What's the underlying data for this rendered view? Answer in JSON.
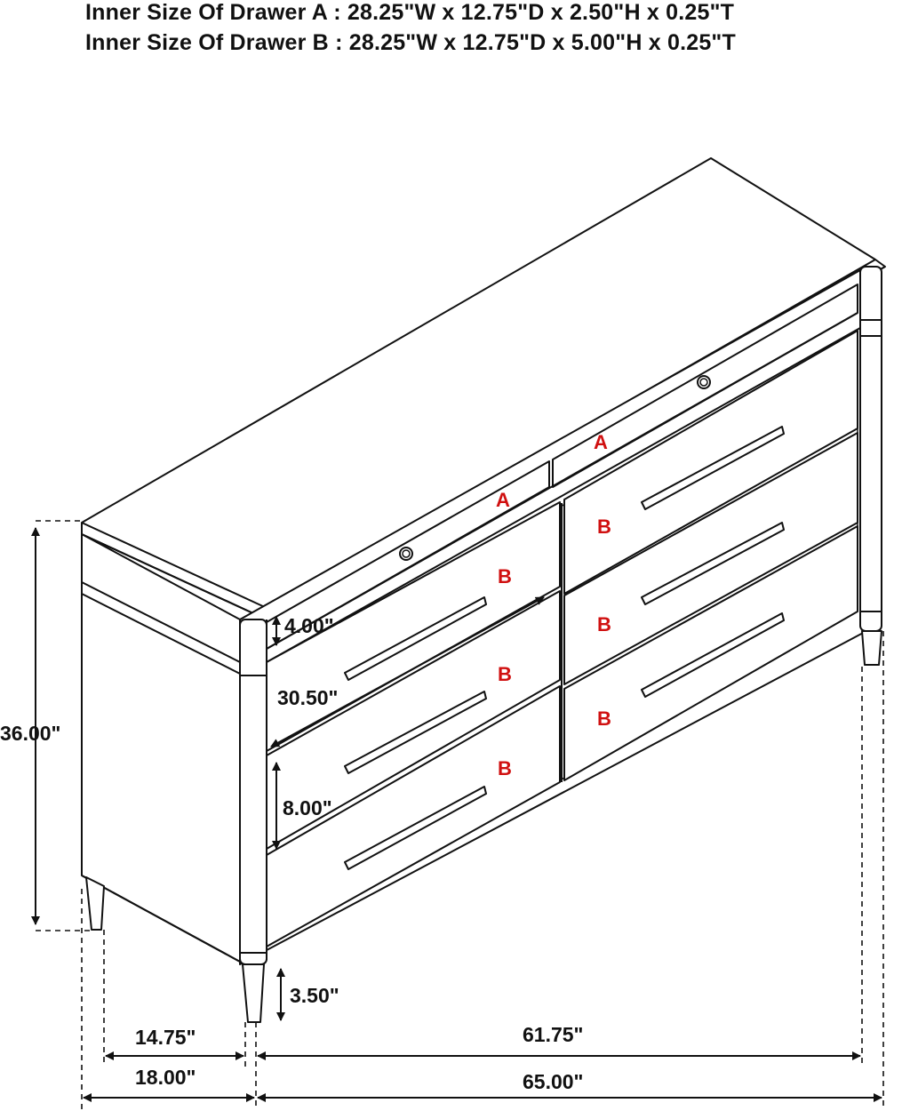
{
  "header": {
    "drawer_a": "Inner Size Of Drawer A : 28.25\"W x 12.75\"D x 2.50\"H x 0.25\"T",
    "drawer_b": "Inner Size Of Drawer B : 28.25\"W x 12.75\"D x 5.00\"H x 0.25\"T"
  },
  "dimensions": {
    "height_total": "36.00\"",
    "drawer_a_height": "4.00\"",
    "drawer_width": "30.50\"",
    "drawer_b_height": "8.00\"",
    "leg_height": "3.50\"",
    "inner_depth": "14.75\"",
    "outer_depth": "18.00\"",
    "inner_width": "61.75\"",
    "outer_width": "65.00\""
  },
  "drawer_labels": {
    "a": "A",
    "b": "B"
  },
  "colors": {
    "line": "#111111",
    "label": "#d01010"
  }
}
